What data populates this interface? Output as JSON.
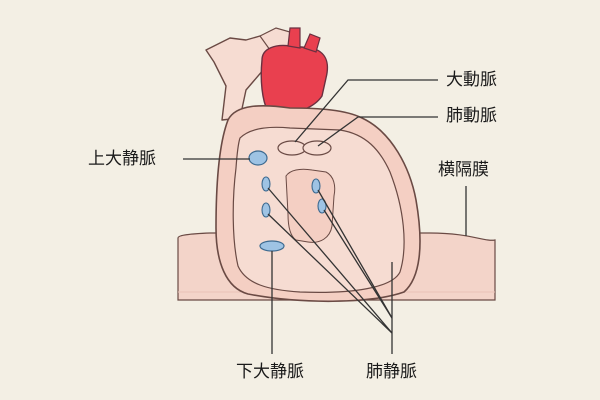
{
  "labels": {
    "aorta": "大動脈",
    "pulmonary_artery": "肺動脈",
    "superior_vena_cava": "上大静脈",
    "diaphragm": "横隔膜",
    "inferior_vena_cava": "下大静脈",
    "pulmonary_veins": "肺静脈"
  },
  "colors": {
    "background": "#f3efe4",
    "heart_outer": "#f4cfc3",
    "heart_inner": "#f6dcd2",
    "aorta_red": "#e9404f",
    "diaphragm": "#f3d4c9",
    "vessel_blue": "#9ec3e4",
    "line": "#333333"
  }
}
